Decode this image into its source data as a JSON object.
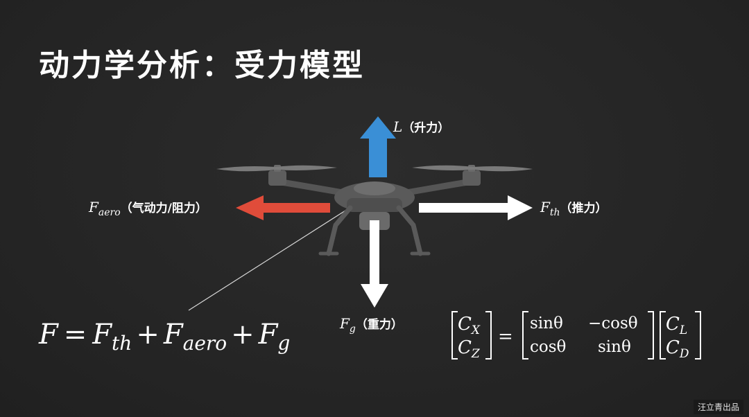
{
  "title": "动力学分析：受力模型",
  "forces": {
    "lift": {
      "symbol": "L",
      "name": "（升力）"
    },
    "aero": {
      "symbol": "F",
      "sub": "aero",
      "name": "（气动力/阻力）"
    },
    "thrust": {
      "symbol": "F",
      "sub": "th",
      "name": "（推力）"
    },
    "gravity": {
      "symbol": "F",
      "sub": "g",
      "name": "（重力）"
    }
  },
  "equation": {
    "lhs": "F",
    "eq": "=",
    "t1": "F",
    "t1_sub": "th",
    "plus1": "+",
    "t2": "F",
    "t2_sub": "aero",
    "plus2": "+",
    "t3": "F",
    "t3_sub": "g"
  },
  "matrix_eq": {
    "lhs": [
      [
        "C",
        "X"
      ],
      [
        "C",
        "Z"
      ]
    ],
    "eq": "=",
    "rotation": [
      [
        "sinθ",
        "−cosθ"
      ],
      [
        "cosθ",
        "sinθ"
      ]
    ],
    "rhs": [
      [
        "C",
        "L"
      ],
      [
        "C",
        "D"
      ]
    ]
  },
  "colors": {
    "lift_arrow": "#3a8fd6",
    "aero_arrow": "#e04c3a",
    "thrust_arrow": "#ffffff",
    "gravity_arrow": "#ffffff",
    "drone_body": "#5a5a5a"
  },
  "watermark": "汪立青出品"
}
